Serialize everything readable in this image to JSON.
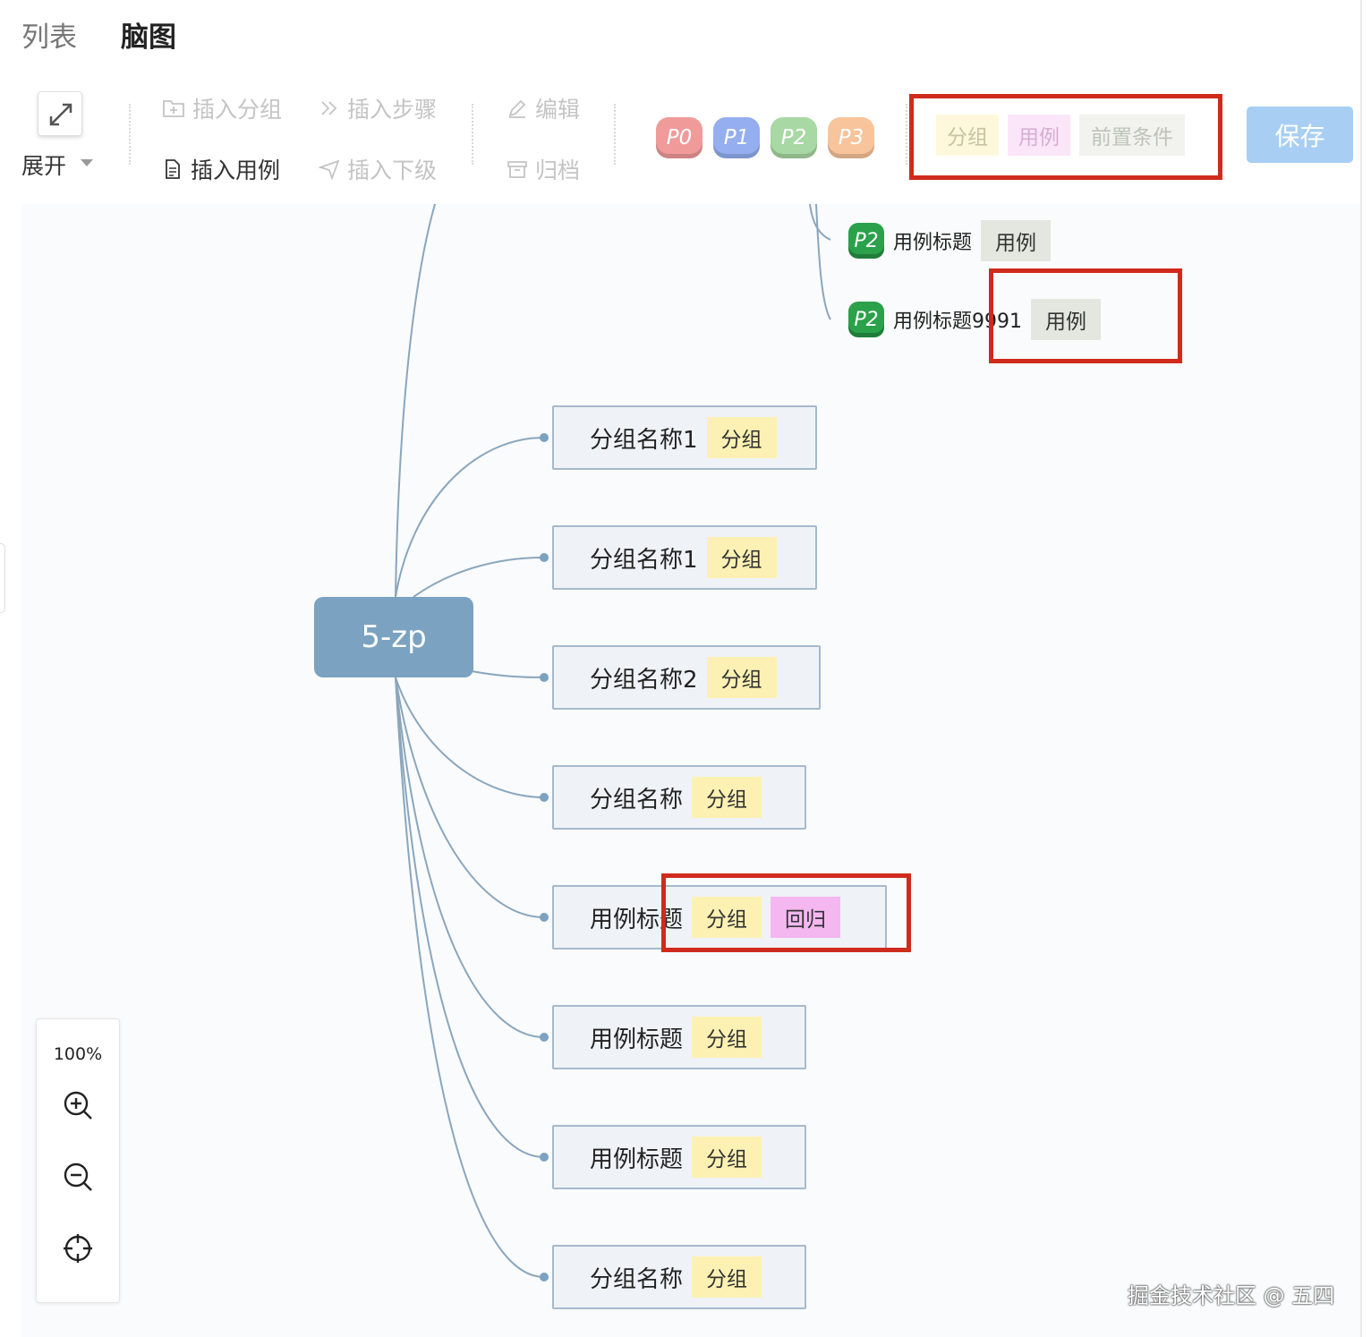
{
  "view_tabs": {
    "list": "列表",
    "mindmap": "脑图"
  },
  "toolbar": {
    "expand": "展开",
    "insert_group": "插入分组",
    "insert_step": "插入步骤",
    "edit": "编辑",
    "insert_case": "插入用例",
    "insert_sub": "插入下级",
    "archive": "归档",
    "priorities": [
      "P0",
      "P1",
      "P2",
      "P3"
    ],
    "type_tags": {
      "group": "分组",
      "case": "用例",
      "precondition": "前置条件"
    },
    "save": "保存"
  },
  "colors": {
    "p0": "#f19a9a",
    "p1": "#94aef0",
    "p2": "#a8d8a3",
    "p3": "#f8c49b",
    "accent_red": "#cf2b1d"
  },
  "mindmap": {
    "root": "5-zp",
    "cases_top": [
      {
        "priority": "P2",
        "title": "用例标题",
        "tag": "用例"
      },
      {
        "priority": "P2",
        "title": "用例标题9991",
        "tag": "用例"
      }
    ],
    "nodes": [
      {
        "title": "分组名称1",
        "tags": [
          "分组"
        ]
      },
      {
        "title": "分组名称1",
        "tags": [
          "分组"
        ]
      },
      {
        "title": "分组名称2",
        "tags": [
          "分组"
        ]
      },
      {
        "title": "分组名称",
        "tags": [
          "分组"
        ]
      },
      {
        "title": "用例标题",
        "tags": [
          "分组",
          "回归"
        ]
      },
      {
        "title": "用例标题",
        "tags": [
          "分组"
        ]
      },
      {
        "title": "用例标题",
        "tags": [
          "分组"
        ]
      },
      {
        "title": "分组名称",
        "tags": [
          "分组"
        ]
      }
    ]
  },
  "zoom": {
    "level": "100%"
  },
  "watermark": "掘金技术社区 @ 五四"
}
